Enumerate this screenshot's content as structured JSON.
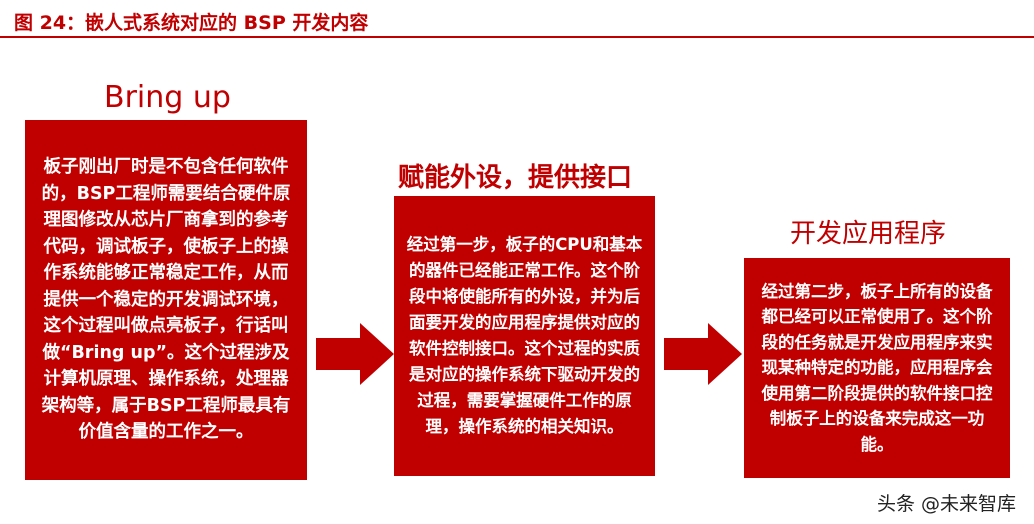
{
  "figure": {
    "title": "图 24：嵌人式系统对应的 BSP 开发内容"
  },
  "steps": [
    {
      "heading": "Bring up",
      "body": "板子刚出厂时是不包含任何软件的，BSP工程师需要结合硬件原理图修改从芯片厂商拿到的参考代码，调试板子，使板子上的操作系统能够正常稳定工作，从而提供一个稳定的开发调试环境，这个过程叫做点亮板子，行话叫做“Bring up”。这个过程涉及计算机原理、操作系统，处理器架构等，属于BSP工程师最具有价值含量的工作之一。"
    },
    {
      "heading": "赋能外设，提供接口",
      "body": "经过第一步，板子的CPU和基本的器件已经能正常工作。这个阶段中将使能所有的外设，并为后面要开发的应用程序提供对应的软件控制接口。这个过程的实质是对应的操作系统下驱动开发的过程，需要掌握硬件工作的原理，操作系统的相关知识。"
    },
    {
      "heading": "开发应用程序",
      "body": "经过第二步，板子上所有的设备都已经可以正常使用了。这个阶段的任务就是开发应用程序来实现某种特定的功能，应用程序会使用第二阶段提供的软件接口控制板子上的设备来完成这一功能。"
    }
  ],
  "watermark": "头条 @未来智库",
  "colors": {
    "accent": "#c00000",
    "box_text": "#ffffff"
  }
}
